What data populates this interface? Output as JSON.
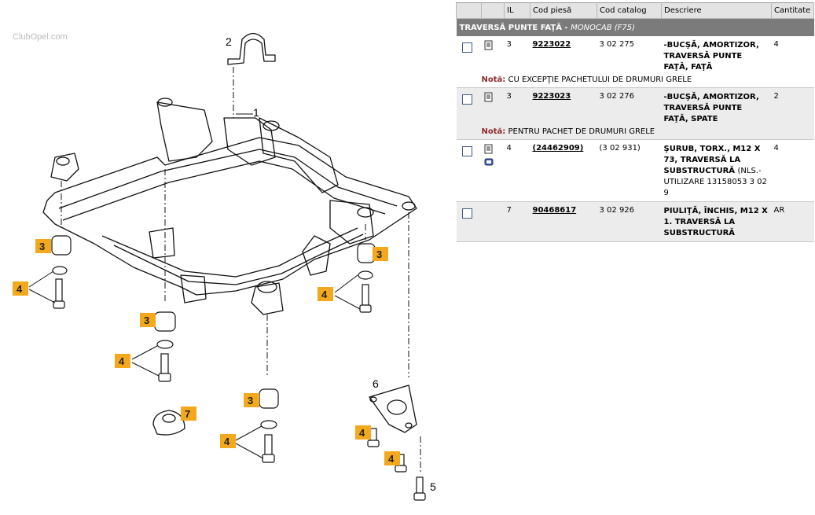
{
  "diagram": {
    "watermark": "ClubOpel.com",
    "part_numbers": [
      "1",
      "2",
      "6",
      "5"
    ],
    "callouts": [
      "3",
      "4",
      "3",
      "4",
      "3",
      "4",
      "7",
      "3",
      "4",
      "4",
      "4"
    ]
  },
  "table": {
    "headers": [
      "",
      "",
      "IL",
      "Cod piesă",
      "Cod catalog",
      "Descriere",
      "Cantitate"
    ],
    "section": {
      "title": "TRAVERSĂ PUNTE FAŢĂ",
      "separator": " - ",
      "model": "MONOCAB (F75)"
    },
    "rows": [
      {
        "il": "3",
        "part": "9223022",
        "catalog": "3 02 275",
        "desc": "-BUCŞĂ, AMORTIZOR, TRAVERSĂ PUNTE FAŢĂ, FAŢĂ",
        "extra": "",
        "qty": "4",
        "note_label": "Notă:",
        "note": "CU EXCEPŢIE PACHETULUI DE DRUMURI GRELE"
      },
      {
        "il": "3",
        "part": "9223023",
        "catalog": "3 02 276",
        "desc": "-BUCŞĂ, AMORTIZOR, TRAVERSĂ PUNTE FAŢĂ, SPATE",
        "extra": "",
        "qty": "2",
        "note_label": "Notă:",
        "note": "PENTRU PACHET DE DRUMURI GRELE"
      },
      {
        "il": "4",
        "part": "(24462909)",
        "catalog": "(3 02 931)",
        "desc": "ŞURUB, TORX., M12 X 73, TRAVERSĂ LA SUBSTRUCTURĂ",
        "extra": "(NLS.- UTILIZARE 13158053 3 02 9",
        "qty": "4",
        "note_label": "",
        "note": ""
      },
      {
        "il": "7",
        "part": "90468617",
        "catalog": "3 02 926",
        "desc": "PIULIŢĂ, ÎNCHIS, M12 X 1. TRAVERSĂ LA SUBSTRUCTURĂ",
        "extra": "",
        "qty": "AR",
        "note_label": "",
        "note": ""
      }
    ]
  },
  "colors": {
    "callout": "#f4a81d",
    "section_bg": "#7b7b7b",
    "header_bg": "#e3e3e3",
    "note_label": "#8c2a2a"
  }
}
